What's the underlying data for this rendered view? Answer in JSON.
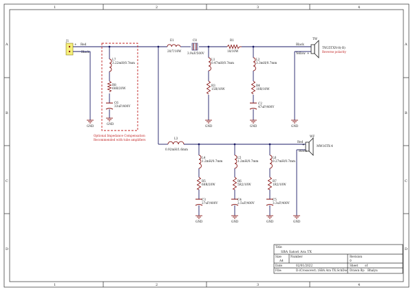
{
  "zones": {
    "cols": [
      "1",
      "2",
      "3",
      "4"
    ],
    "rows": [
      "A",
      "B",
      "C",
      "D"
    ]
  },
  "input": {
    "designator": "J1",
    "pin_plus": "+",
    "pin_minus": "-",
    "wire_red": "Red",
    "wire_black": "Black"
  },
  "compensation": {
    "l7": {
      "ref": "L7",
      "val": "3.22mH/0.7mm"
    },
    "r8": {
      "ref": "R8",
      "val": "68R/20W"
    },
    "c6": {
      "ref": "C6",
      "val": "33uF/400V"
    },
    "gnd": "GND",
    "note_line1": "Optional Impedance Compensation",
    "note_line2": "Recommended with tube amplifiers"
  },
  "tweeter_branch": {
    "e1": {
      "ref": "E1",
      "val": "20/7/10W"
    },
    "c8": {
      "ref": "C8",
      "val": "3.9uF/500V"
    },
    "r1": {
      "ref": "R1",
      "val": "18/10W"
    },
    "l1": {
      "ref": "L1",
      "val": "0.47mH/0.7mm"
    },
    "r3": {
      "ref": "R3",
      "val": "15R/10W"
    },
    "l2": {
      "ref": "L2",
      "val": "3.3mH/0.7mm"
    },
    "r4": {
      "ref": "R4",
      "val": "10R/10W"
    },
    "c2": {
      "ref": "C2",
      "val": "47uF/400V"
    },
    "gnd": "GND"
  },
  "tweeter": {
    "ref": "TW",
    "model": "TW25TXN-8(-B)",
    "wire_black": "Black",
    "wire_yellow": "Yellow",
    "plus": "+",
    "warning": "Reverse polarity"
  },
  "woofer_branch": {
    "l3": {
      "ref": "L3",
      "val": "0.92mH/1.6mm"
    },
    "l4": {
      "ref": "L4",
      "val": "1.2mH/0.7mm"
    },
    "r5": {
      "ref": "R5",
      "val": "68R/20W"
    },
    "c3": {
      "ref": "C3",
      "val": "27uF/400V"
    },
    "l5": {
      "ref": "L5",
      "val": "1.2mH/0.7mm"
    },
    "r6": {
      "ref": "R6",
      "val": "5R2/10W"
    },
    "c4": {
      "ref": "C4",
      "val": "2.5uF/400V"
    },
    "l6": {
      "ref": "L6",
      "val": "0.27mH/0.7mm"
    },
    "r7": {
      "ref": "R7",
      "val": "1R2/10W"
    },
    "c5": {
      "ref": "C5",
      "val": "3.3uF/400V"
    },
    "gnd": "GND"
  },
  "woofer": {
    "ref": "WF",
    "model": "MW16TX-4",
    "wire_red": "Red",
    "wire_black": "Black",
    "plus": "+"
  },
  "title_block": {
    "title_label": "Title",
    "title": "SBA Satori Ara TX",
    "size_label": "Size",
    "size": "A4",
    "number_label": "Number",
    "revision_label": "Revision",
    "revision": "0",
    "date_label": "Date",
    "date": "02/01/2022",
    "sheet_label": "Sheet",
    "sheet_of": "of",
    "file_label": "File:",
    "file": "D:\\Crossover\\..\\SBA Ara TX.SchDoc",
    "drawn_by_label": "Drawn By:",
    "drawn_by": "Bhalyu"
  },
  "colors": {
    "wire": "#1a1a66",
    "component": "#8a1a1a",
    "annotation": "#c02020",
    "connector_fill": "#f5f07a"
  }
}
